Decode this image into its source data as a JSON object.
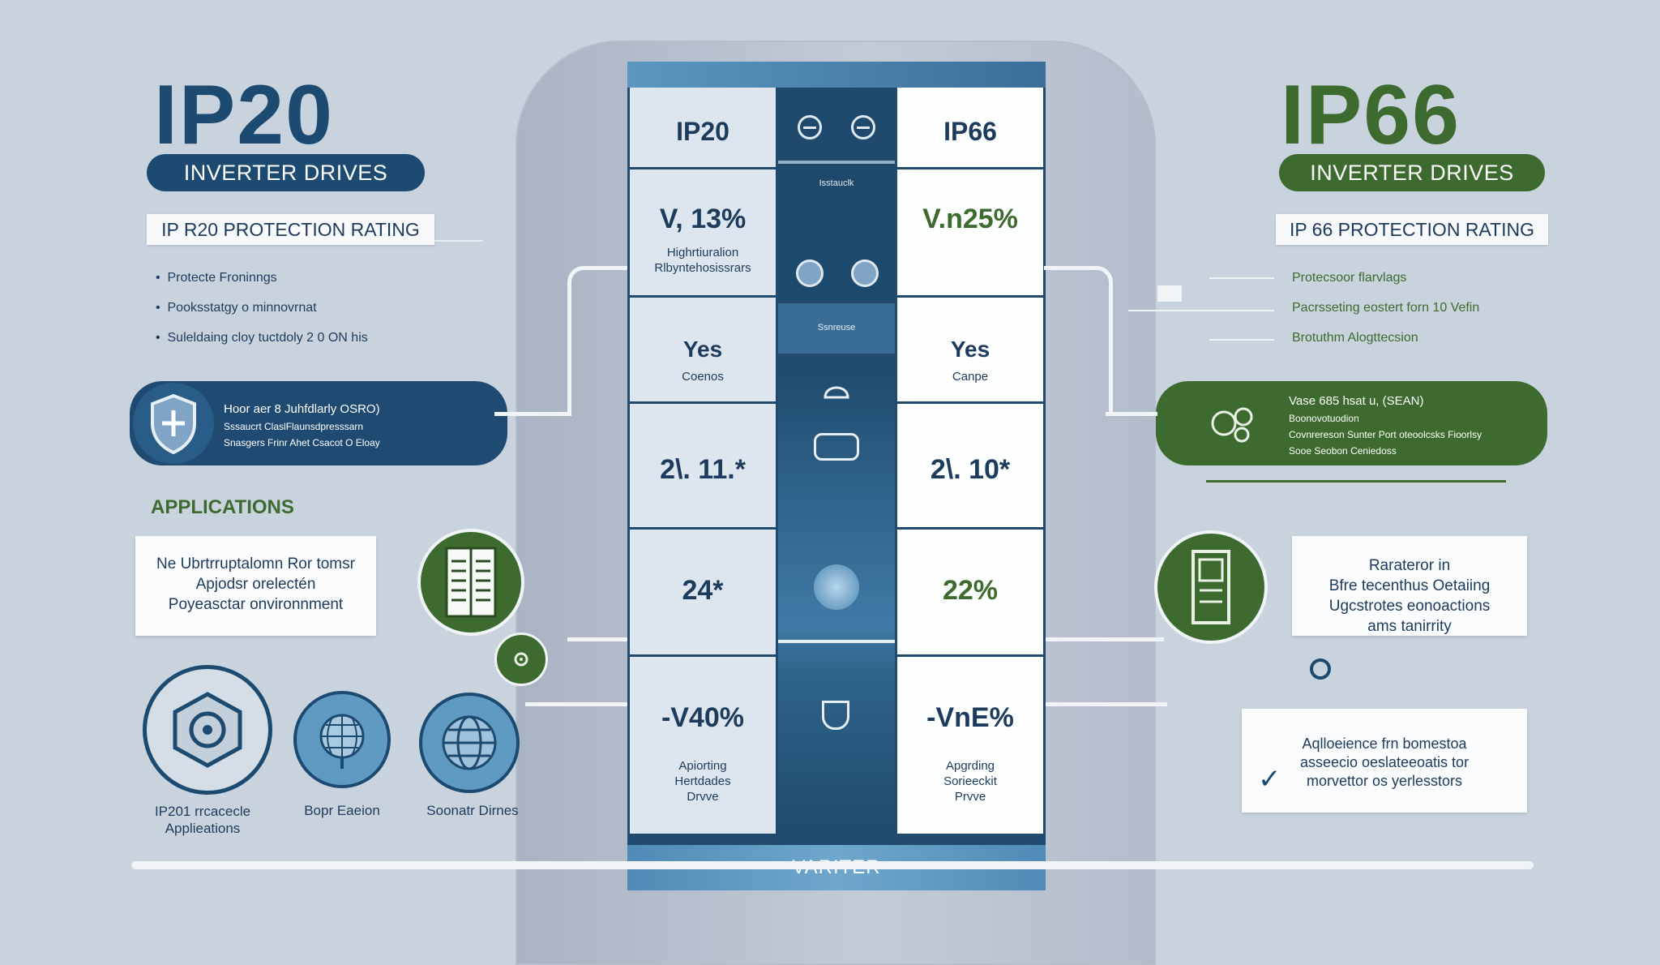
{
  "left": {
    "title": "IP20",
    "pill": "INVERTER DRIVES",
    "rating": "IP R20 PROTECTION RATING",
    "bullets": [
      "Protecte Froninngs",
      "Pooksstatgy o minnovrnat",
      "Suleldaing cloy tuctdoly 2 0 ON his"
    ],
    "callout": {
      "header": "Hoor aer 8 Juhfdlarly OSRO)",
      "lines": [
        "Sssaucrt ClaslFlaunsdpresssarn",
        "Snasgers Frinr Ahet Csacot O Eloay"
      ]
    },
    "applications_heading": "APPLICATIONS",
    "app_card": [
      "Ne Ubrtrruptalomn Ror tomsr",
      "Apjodsr orelectén",
      "Poyeasctar onvironnment"
    ],
    "app_labels": [
      "IP201 rrcacecle Applieations",
      "Bopr Eaeion",
      "Soonatr Dirnes"
    ]
  },
  "right": {
    "title": "IP66",
    "pill": "INVERTER DRIVES",
    "rating": "IP 66 PROTECTION RATING",
    "bullets": [
      "Protecsoor flarvlags",
      "Pacrsseting eostert forn 10 Vefin",
      "Brotuthm Alogttecsion"
    ],
    "callout": {
      "header": "Vase 685 hsat u, (SEAN)",
      "lines": [
        "Boonovotuodion",
        "Covnrereson Sunter Port oteoolcsks Fioorlsy",
        "Sooe Seobon Ceniedoss"
      ]
    },
    "card1": [
      "Rarateror in",
      "Bfre tecenthus Oetaiing",
      "Ugcstrotes eonoactions",
      "ams tanirrity"
    ],
    "card2": [
      "Aqlloeience frn bomestoa",
      "asseecio oeslateeoatis tor",
      "morvettor os yerlesstors"
    ]
  },
  "table": {
    "left_col": [
      {
        "value": "IP20",
        "sub": ""
      },
      {
        "value": "V, 13%",
        "sub": "Highrtiuralion Rlbyntehosissrars"
      },
      {
        "value": "Yes",
        "sub": "Coenos"
      },
      {
        "value": "2\\. 11.*",
        "sub": ""
      },
      {
        "value": "24*",
        "sub": ""
      },
      {
        "value": "-V40%",
        "sub": "Apiorting Hertdades Drvve"
      }
    ],
    "right_col": [
      {
        "value": "IP66",
        "sub": ""
      },
      {
        "value": "V.n25%",
        "sub": ""
      },
      {
        "value": "Yes",
        "sub": "Canpe"
      },
      {
        "value": "2\\. 10*",
        "sub": ""
      },
      {
        "value": "22%",
        "sub": ""
      },
      {
        "value": "-VnE%",
        "sub": "Apgrding Sorieeckit Prvve"
      }
    ],
    "mid_labels": [
      "Isstauclk",
      "Ssnreuse"
    ],
    "footer": "VARITER"
  },
  "colors": {
    "navy": "#1d4a70",
    "green": "#3d6b2f",
    "frame": "#224a6e",
    "background": "#c9d3de"
  }
}
